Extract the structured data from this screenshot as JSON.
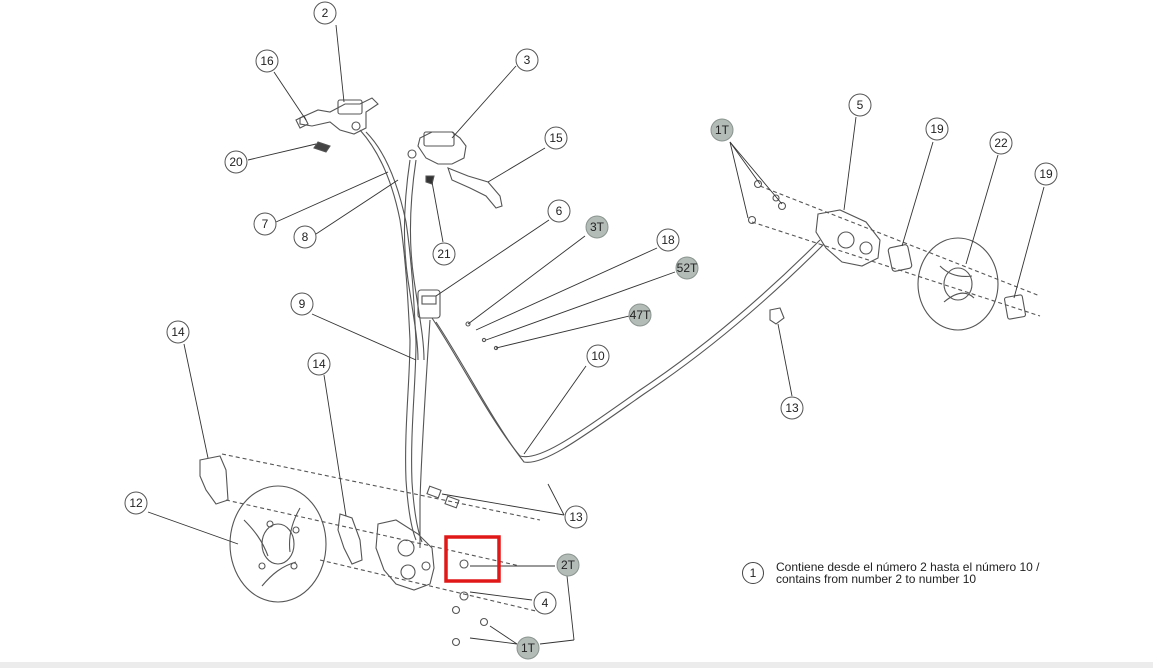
{
  "callouts": [
    {
      "label": "2",
      "shaded": false
    },
    {
      "label": "3",
      "shaded": false
    },
    {
      "label": "16",
      "shaded": false
    },
    {
      "label": "15",
      "shaded": false
    },
    {
      "label": "20",
      "shaded": false
    },
    {
      "label": "7",
      "shaded": false
    },
    {
      "label": "8",
      "shaded": false
    },
    {
      "label": "21",
      "shaded": false
    },
    {
      "label": "6",
      "shaded": false
    },
    {
      "label": "3T",
      "shaded": true
    },
    {
      "label": "18",
      "shaded": false
    },
    {
      "label": "52T",
      "shaded": true
    },
    {
      "label": "47T",
      "shaded": true
    },
    {
      "label": "9",
      "shaded": false
    },
    {
      "label": "10",
      "shaded": false
    },
    {
      "label": "14",
      "shaded": false
    },
    {
      "label": "14",
      "shaded": false
    },
    {
      "label": "12",
      "shaded": false
    },
    {
      "label": "13",
      "shaded": false
    },
    {
      "label": "2T",
      "shaded": true
    },
    {
      "label": "4",
      "shaded": false
    },
    {
      "label": "1T",
      "shaded": true
    },
    {
      "label": "1T",
      "shaded": true
    },
    {
      "label": "5",
      "shaded": false
    },
    {
      "label": "19",
      "shaded": false
    },
    {
      "label": "22",
      "shaded": false
    },
    {
      "label": "19",
      "shaded": false
    },
    {
      "label": "13",
      "shaded": false
    }
  ],
  "legend": {
    "number": "1",
    "line1": "Contiene desde el número 2 hasta el número 10 /",
    "line2": "contains from number 2 to number 10"
  },
  "colors": {
    "line": "#555555",
    "shaded_fill": "#b4bcb8",
    "highlight": "#e01818"
  }
}
